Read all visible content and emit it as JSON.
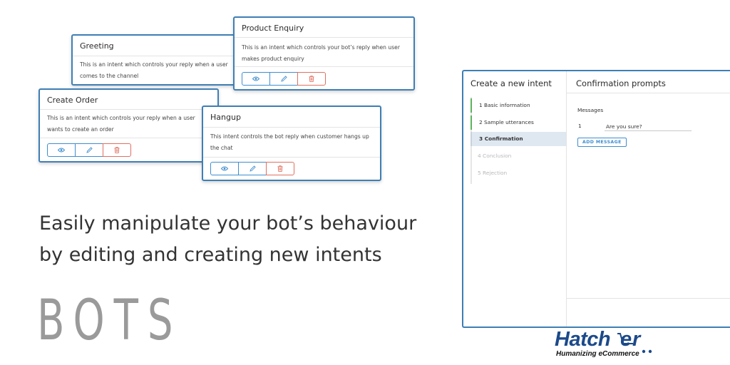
{
  "intents": [
    {
      "title": "Greeting",
      "description": "This is an intent which controls your reply when a user comes to the channel"
    },
    {
      "title": "Product Enquiry",
      "description": "This is an intent which controls your bot’s reply when user makes product enquiry"
    },
    {
      "title": "Create Order",
      "description": "This is an intent which controls your reply when a user wants to create an order"
    },
    {
      "title": "Hangup",
      "description": "This intent controls the bot reply when customer hangs up the chat"
    }
  ],
  "headline": {
    "line1": "Easily manipulate your bot’s behaviour",
    "line2": "by editing and creating new intents"
  },
  "brand_word": "BOTS",
  "window": {
    "title": "Create a new intent",
    "steps": [
      {
        "label": "1 Basic information",
        "state": "done"
      },
      {
        "label": "2 Sample utterances",
        "state": "done"
      },
      {
        "label": "3 Confirmation",
        "state": "active"
      },
      {
        "label": "4 Conclusion",
        "state": "disabled"
      },
      {
        "label": "5 Rejection",
        "state": "disabled"
      }
    ],
    "panel_title": "Confirmation prompts",
    "messages_label": "Messages",
    "message_number": "1",
    "message_value": "Are you sure?",
    "add_button": "ADD MESSAGE"
  },
  "logo": {
    "name": "Hatcher",
    "tagline": "Humanizing eCommerce"
  },
  "colors": {
    "card_border": "#3e7fb5",
    "action_blue": "#3e8ecf",
    "delete_red": "#e07060",
    "step_done": "#5bb55b",
    "logo_blue": "#1c4a8a"
  }
}
